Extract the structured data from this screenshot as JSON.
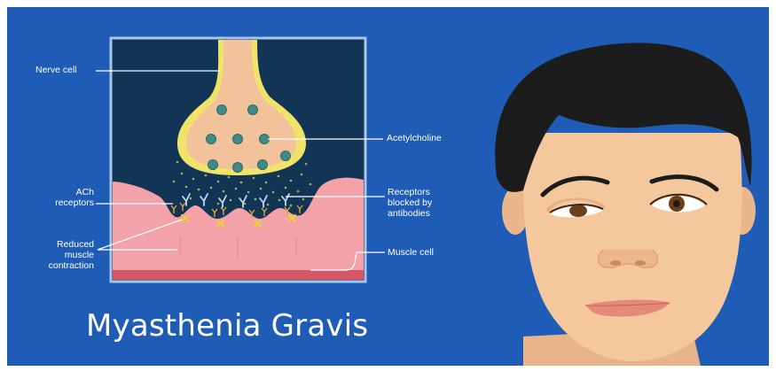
{
  "title": "Myasthenia Gravis",
  "labels": {
    "nerve_cell": "Nerve cell",
    "acetylcholine": "Acetylcholine",
    "ach_receptors_1": "ACh",
    "ach_receptors_2": "receptors",
    "receptors_blocked_1": "Receptors",
    "receptors_blocked_2": "blocked by",
    "receptors_blocked_3": "antibodies",
    "reduced_1": "Reduced",
    "reduced_2": "muscle",
    "reduced_3": "contraction",
    "muscle_cell": "Muscle cell"
  },
  "colors": {
    "background": "#1f5cb6",
    "panel": "#123455",
    "panel_border": "#a9c6ea",
    "nerve_outer": "#efe36a",
    "nerve_inner": "#f2c39b",
    "vesicle": "#3f8c86",
    "muscle": "#f2a2a8",
    "muscle_dark": "#d45768",
    "neurotransmitter": "#8bc34a",
    "x_mark": "#f1d034",
    "skin": "#f5c79d",
    "hair": "#1c1c1c",
    "lips": "#e58a78"
  }
}
